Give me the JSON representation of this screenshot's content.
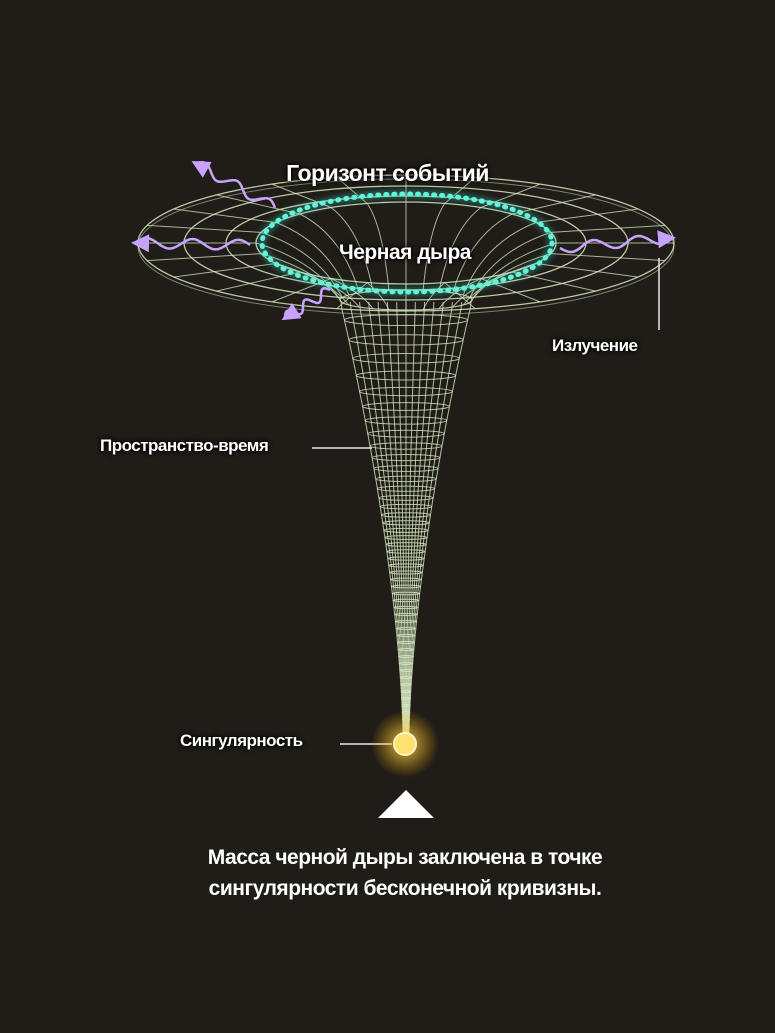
{
  "labels": {
    "event_horizon": "Горизонт событий",
    "black_hole": "Черная дыра",
    "radiation": "Излучение",
    "spacetime": "Пространство-время",
    "singularity": "Сингулярность"
  },
  "caption": {
    "line1": "Масса черной дыры заключена в точке",
    "line2": "сингулярности бесконечной кривизны."
  },
  "colors": {
    "background": "#201c18",
    "grid": "#d6e8c0",
    "horizon_ring": "#38e6c8",
    "radiation_arrows": "#c7a3ff",
    "singularity": "#ffd040",
    "leader_lines": "#e8e8e8"
  },
  "icons": {
    "pointer": "up-triangle"
  }
}
